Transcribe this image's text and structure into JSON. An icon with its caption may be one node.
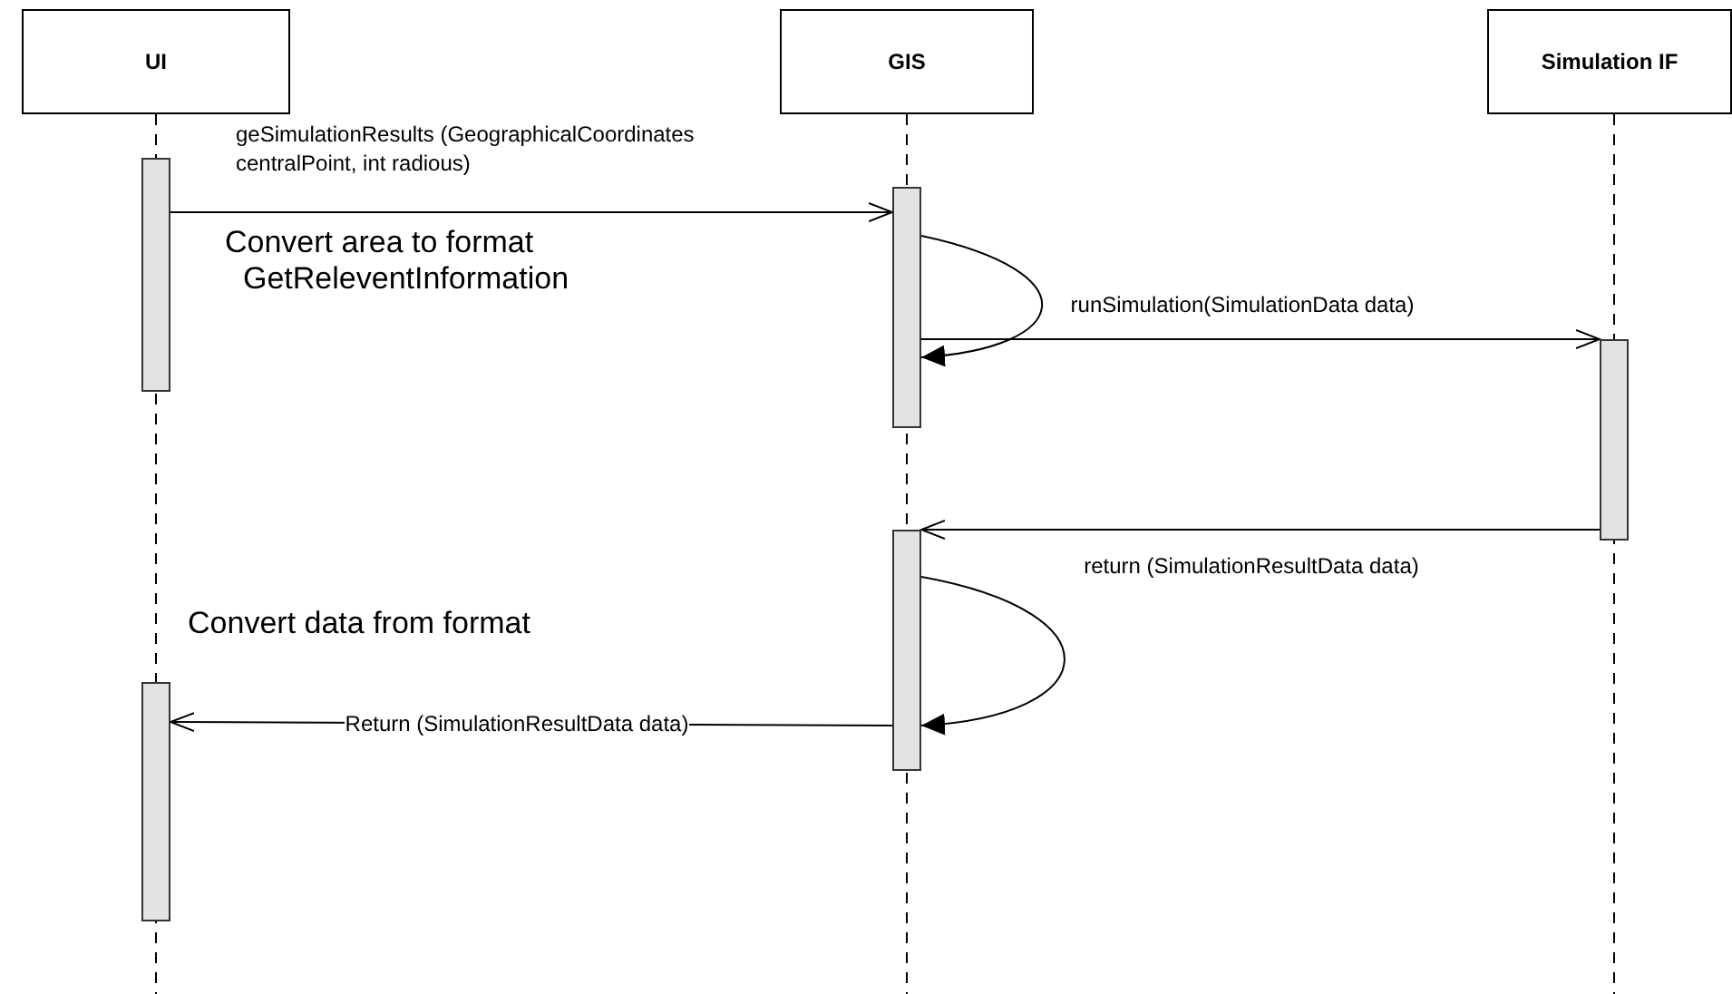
{
  "diagram": {
    "nodes": [
      {
        "text": [
          "UI"
        ]
      },
      {
        "text": [
          "GIS"
        ]
      },
      {
        "text": [
          "Simulation IF"
        ]
      },
      {
        "text": [],
        "shape": "bar"
      },
      {
        "text": [],
        "shape": "bar"
      },
      {
        "text": [],
        "shape": "bar"
      },
      {
        "text": [],
        "shape": "bar"
      },
      {
        "text": [],
        "shape": "bar"
      }
    ],
    "edges": [
      {
        "from": 3,
        "to": 4,
        "arrow": "to",
        "label": "geSimulationResults (GeographicalCoordinates centralPoint, int radious)"
      },
      {
        "from": 4,
        "to": 4,
        "arrow": "to"
      },
      {
        "from": 4,
        "to": 5,
        "arrow": "to",
        "label": "runSimulation(SimulationData data)"
      },
      {
        "from": 5,
        "to": 6,
        "arrow": "to",
        "label": "return (SimulationResultData data)"
      },
      {
        "from": 6,
        "to": 6,
        "arrow": "to"
      },
      {
        "from": 6,
        "to": 7,
        "arrow": "to",
        "label": "Return (SimulationResultData data)"
      }
    ],
    "labels": [
      "Convert area to format",
      "GetReleventInformation",
      "Convert data from format"
    ]
  }
}
